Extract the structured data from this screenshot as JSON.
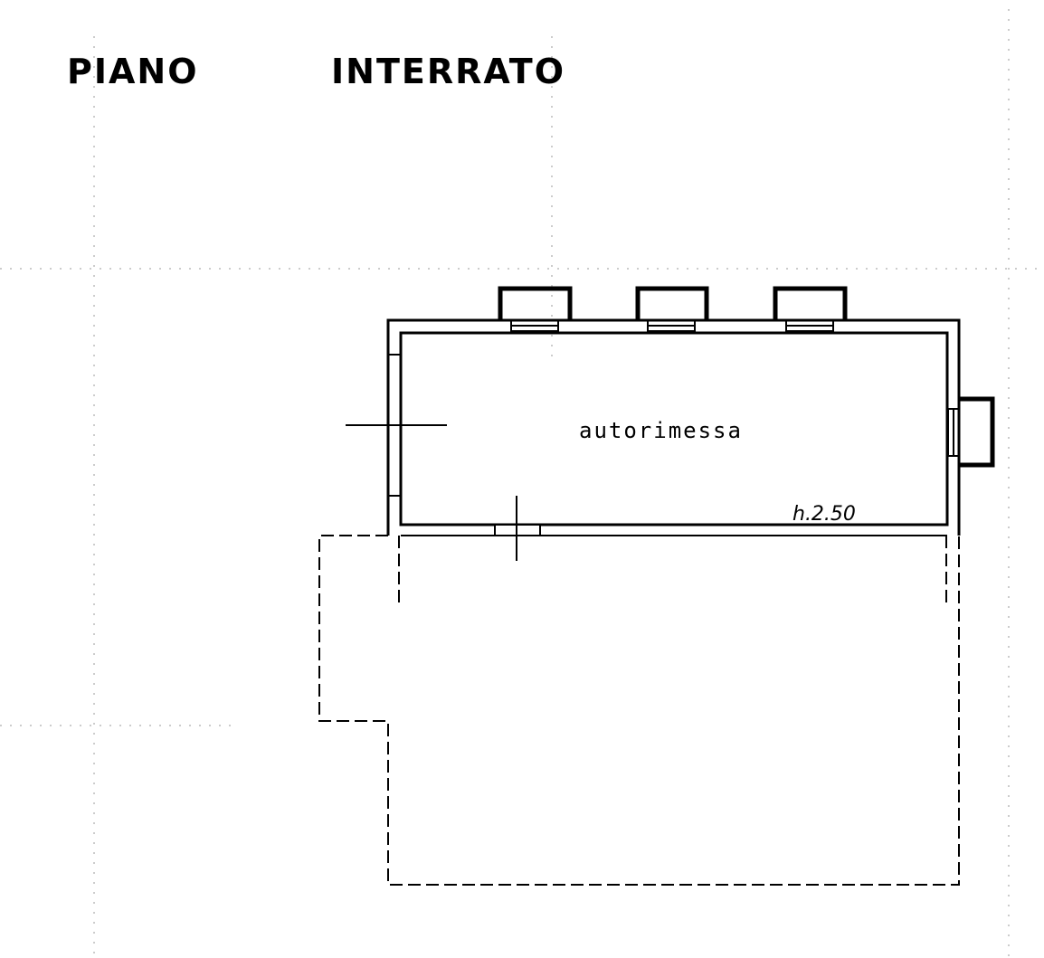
{
  "title": {
    "word1": "PIANO",
    "word2": "INTERRATO"
  },
  "rooms": [
    {
      "label": "autorimessa",
      "height_label": "h.2.50"
    }
  ],
  "colors": {
    "ink": "#000000",
    "paper": "#ffffff",
    "grid": "#9a9a9a"
  }
}
